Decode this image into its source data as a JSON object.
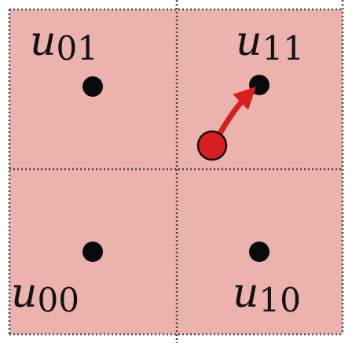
{
  "colors": {
    "cell_fill": "#ebb2ae",
    "grid_line": "#444444",
    "node": "#0a0a0a",
    "sample_point": "#d81f1f",
    "arrow": "#d81f1f"
  },
  "cells": [
    {
      "id": "u01",
      "label_main": "u",
      "label_sub": "01"
    },
    {
      "id": "u11",
      "label_main": "u",
      "label_sub": "11"
    },
    {
      "id": "u00",
      "label_main": "u",
      "label_sub": "00"
    },
    {
      "id": "u10",
      "label_main": "u",
      "label_sub": "10"
    }
  ]
}
